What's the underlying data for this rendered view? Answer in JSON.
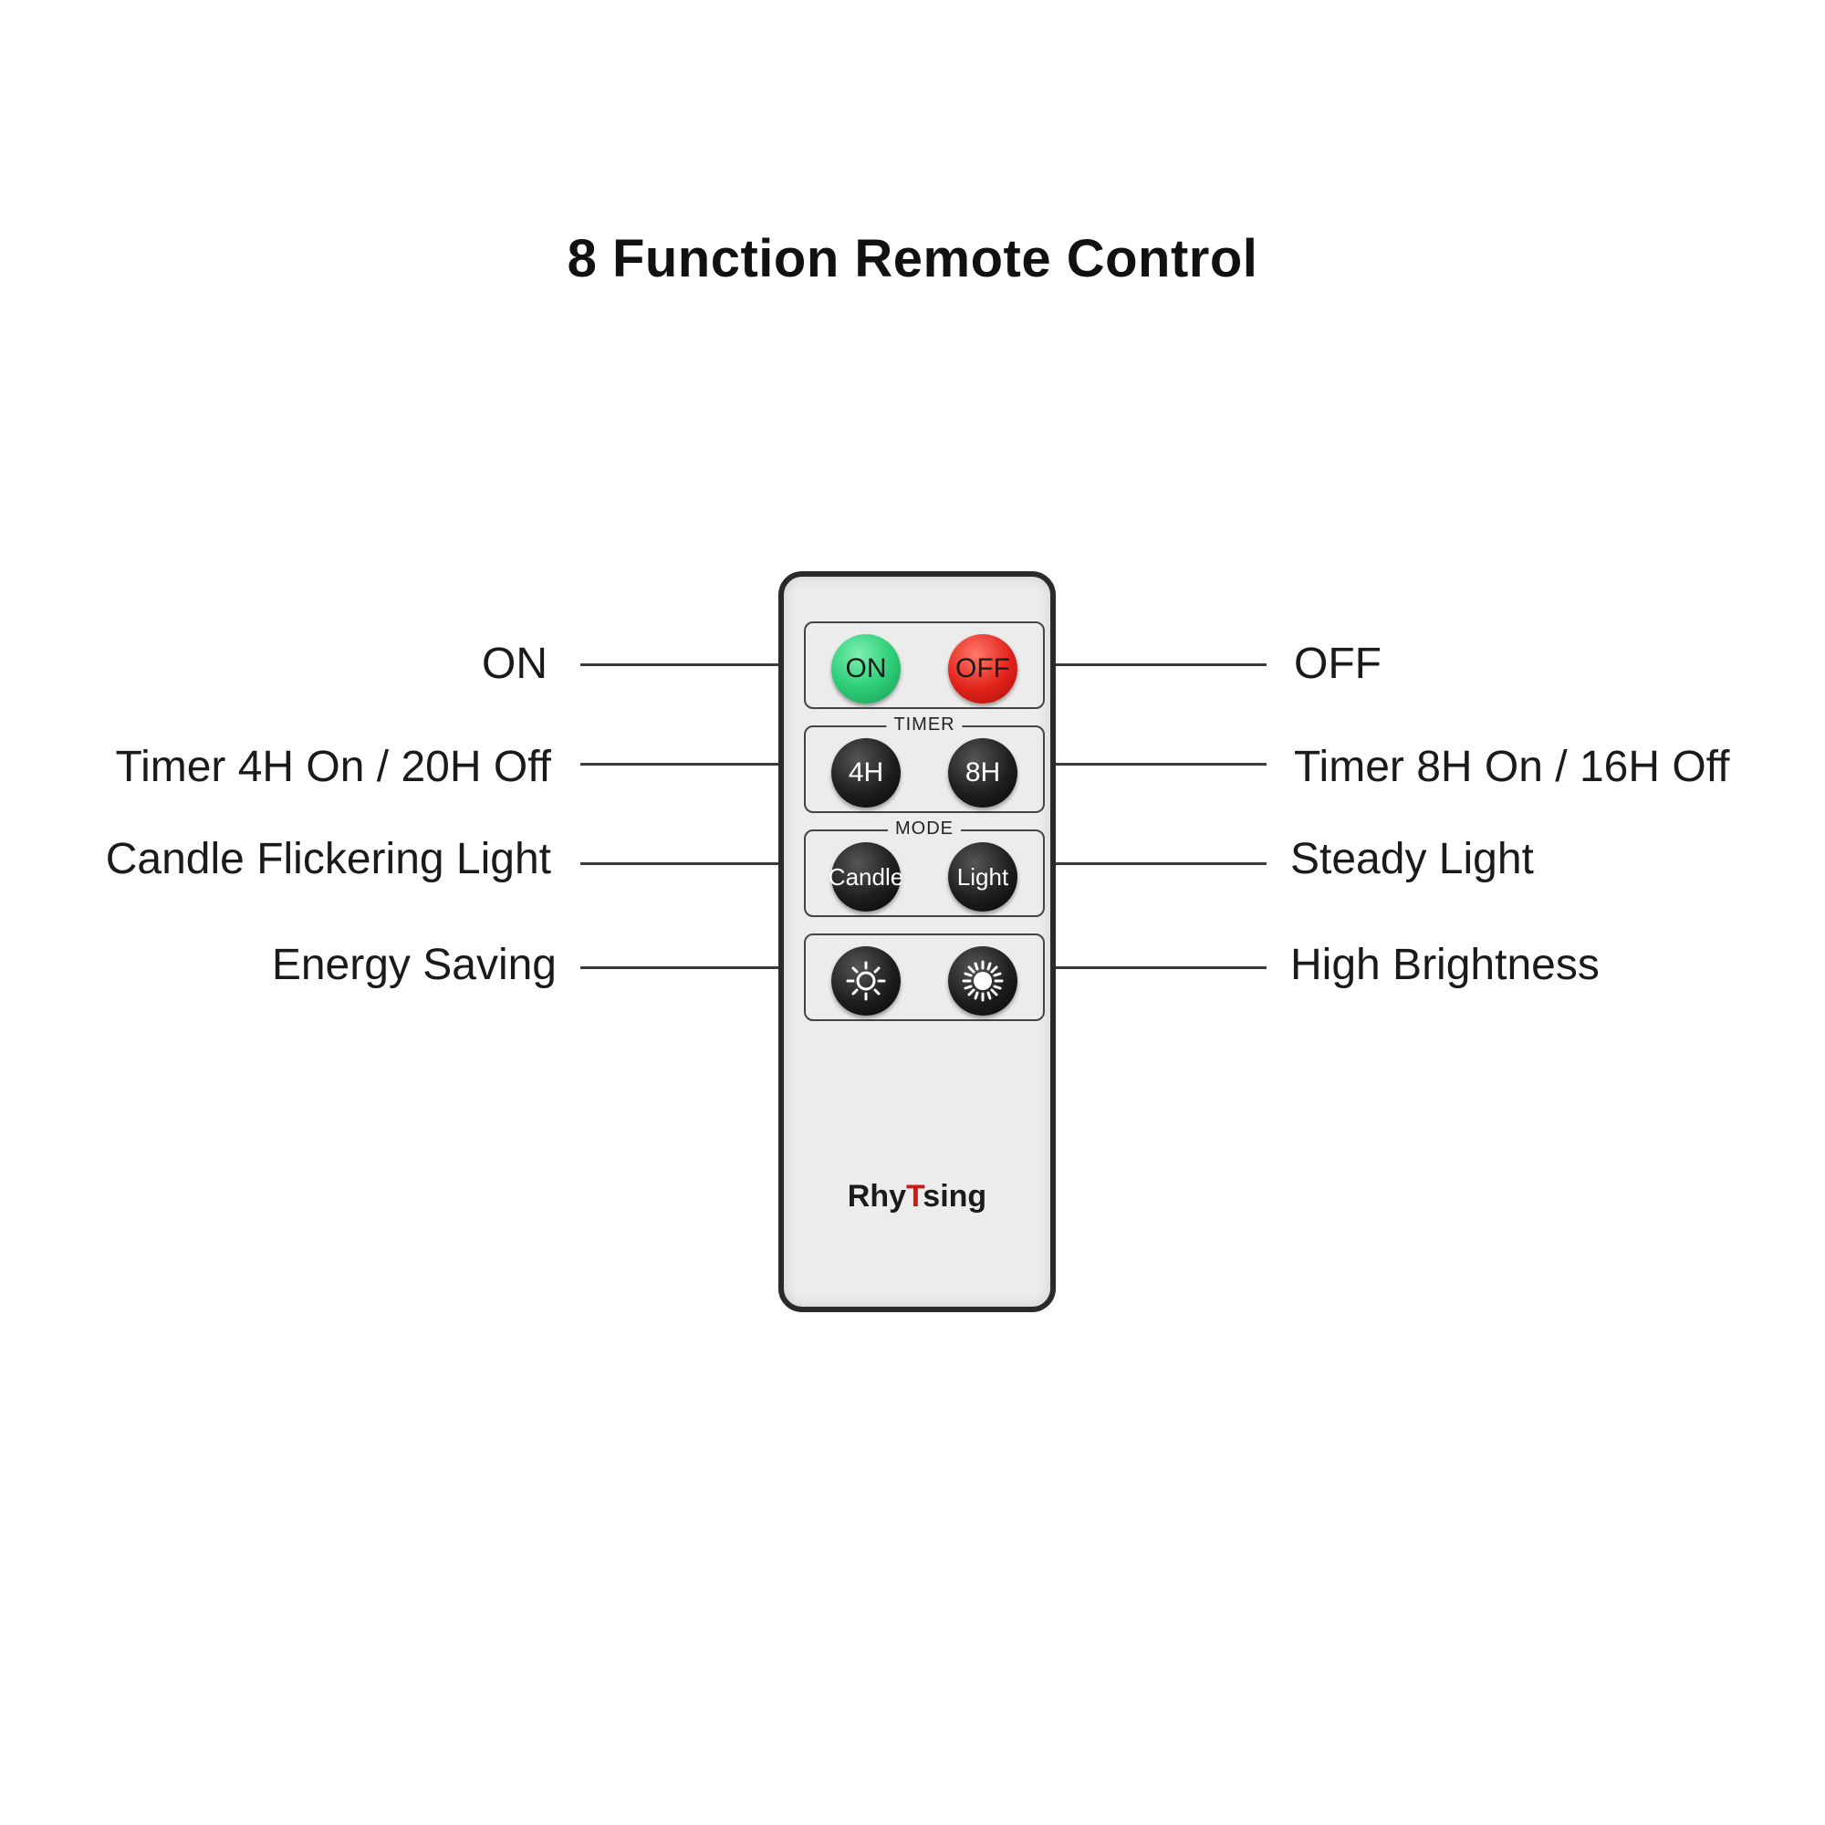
{
  "title": "8 Function Remote Control",
  "callouts": {
    "left": [
      "ON",
      "Timer 4H On / 20H Off",
      "Candle Flickering Light",
      "Energy Saving"
    ],
    "right": [
      "OFF",
      "Timer 8H On / 16H Off",
      "Steady Light",
      "High Brightness"
    ]
  },
  "remote": {
    "buttons": {
      "on": "ON",
      "off": "OFF",
      "timer_4h": "4H",
      "timer_8h": "8H",
      "candle": "Candle",
      "light": "Light"
    },
    "group_labels": {
      "timer": "TIMER",
      "mode": "MODE"
    },
    "brand": {
      "prefix": "Rhy",
      "mark": "T",
      "suffix": "sing"
    },
    "icons": {
      "energy_saving": "sun-outline-icon",
      "high_brightness": "sun-filled-icon"
    },
    "colors": {
      "on": "#2fcf7a",
      "off": "#e2221a",
      "button": "#1e1e1e",
      "brand_mark": "#d01818"
    }
  }
}
